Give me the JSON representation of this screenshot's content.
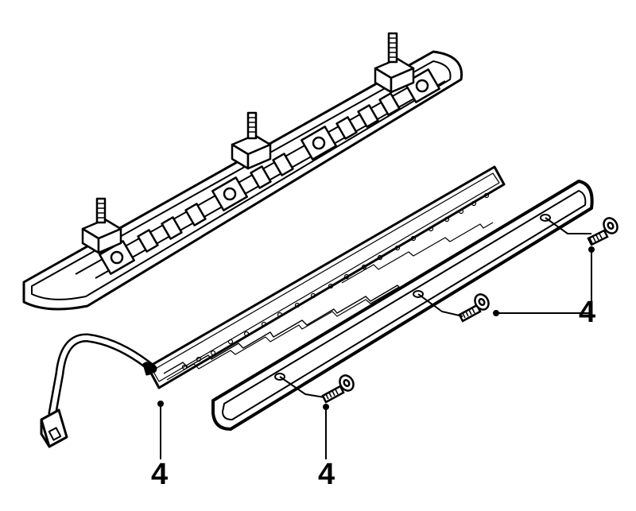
{
  "diagram": {
    "callouts": {
      "right": "4",
      "bottom_left": "4",
      "bottom_middle": "4"
    },
    "parts": {
      "housing": "lamp-housing",
      "circuit_board": "led-circuit-board",
      "lens": "lamp-lens",
      "screws": "screw",
      "connector": "wiring-connector"
    }
  }
}
